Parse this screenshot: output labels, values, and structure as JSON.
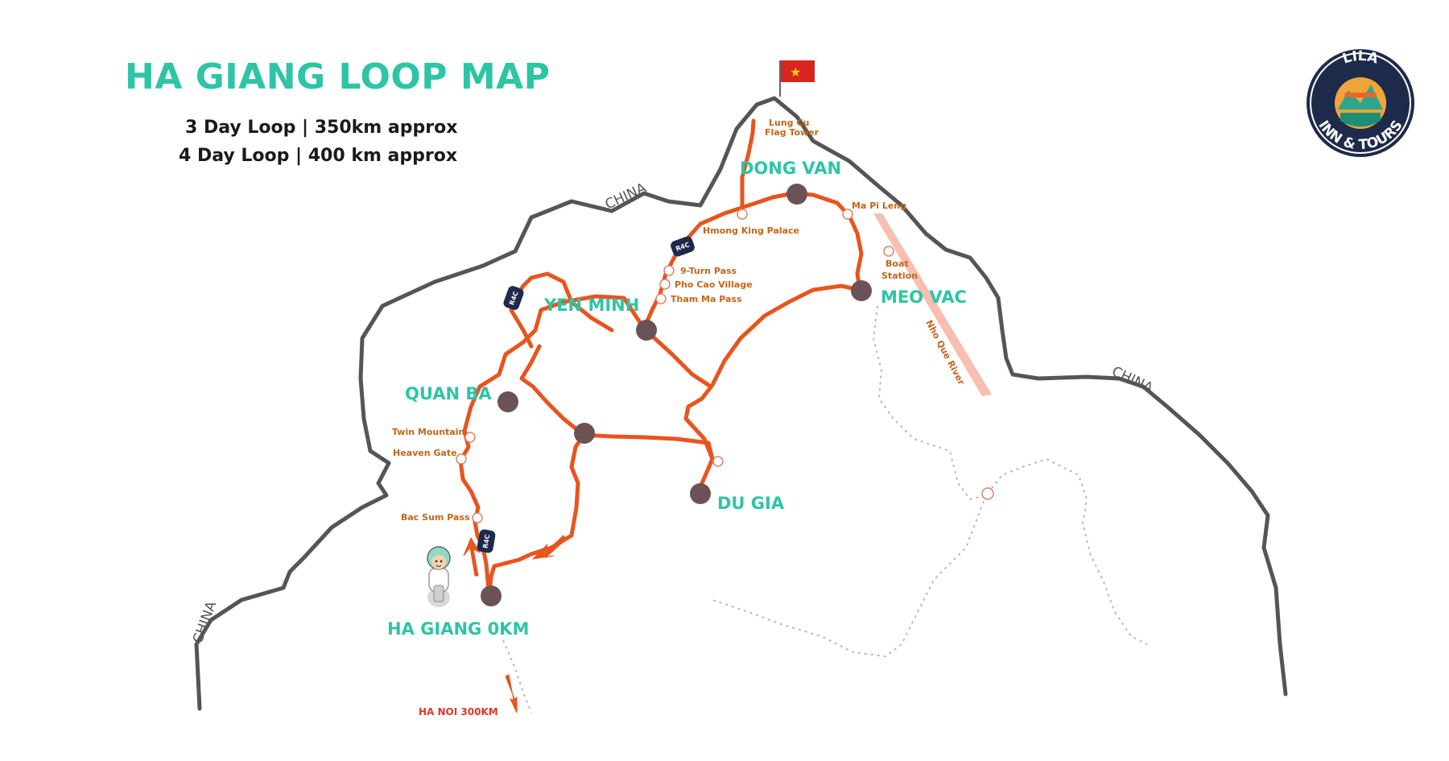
{
  "title": "HA GIANG LOOP MAP",
  "subtitle_lines": [
    "3 Day Loop | 350km approx",
    "4 Day Loop | 400 km approx"
  ],
  "border_labels": [
    "CHINA",
    "CHINA",
    "CHINA"
  ],
  "towns": {
    "dong_van": "DONG VAN",
    "meo_vac": "MEO VAC",
    "yen_minh": "YEN MINH",
    "quan_ba": "QUAN BA",
    "du_gia": "DU GIA",
    "ha_giang": "HA GIANG 0KM"
  },
  "points_of_interest": {
    "lung_cu_1": "Lung Cu",
    "lung_cu_2": "Flag Tower",
    "hmong_king": "Hmong King Palace",
    "ma_pi_leng": "Ma Pi Leng",
    "boat_1": "Boat",
    "boat_2": "Station",
    "nine_turn": "9-Turn Pass",
    "pho_cao": "Pho Cao Village",
    "tham_ma": "Tham Ma Pass",
    "twin_mountain": "Twin Mountain",
    "heaven_gate": "Heaven Gate",
    "bac_sum": "Bac Sum Pass"
  },
  "river_label": "Nho Que River",
  "road_badge": "R4C",
  "hanoi_label": "HA NOI 300KM",
  "logo": {
    "top": "LILA",
    "bottom": "INN & TOURS"
  },
  "colors": {
    "route": "#e8541e",
    "town_marker": "#6b5255",
    "title": "#2ec4a6",
    "border": "#555555",
    "river": "#f6bfb0",
    "badge": "#1e2a4a"
  }
}
